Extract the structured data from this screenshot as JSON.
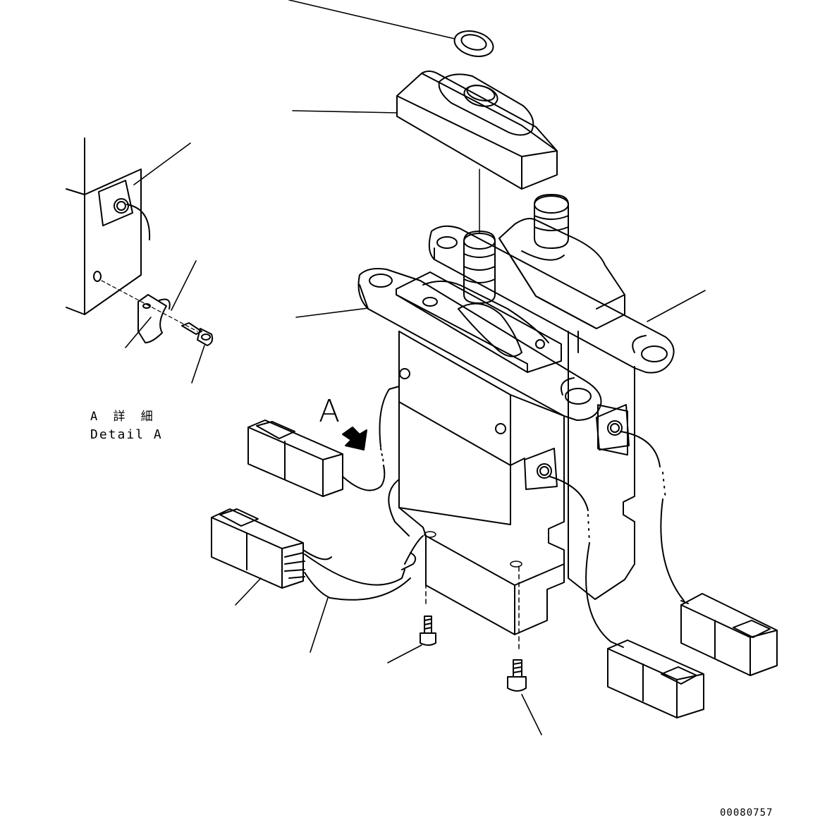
{
  "view_label": "A",
  "detail_label_jp": "A 詳 細",
  "detail_label_en": "Detail A",
  "drawing_number": "00080757"
}
